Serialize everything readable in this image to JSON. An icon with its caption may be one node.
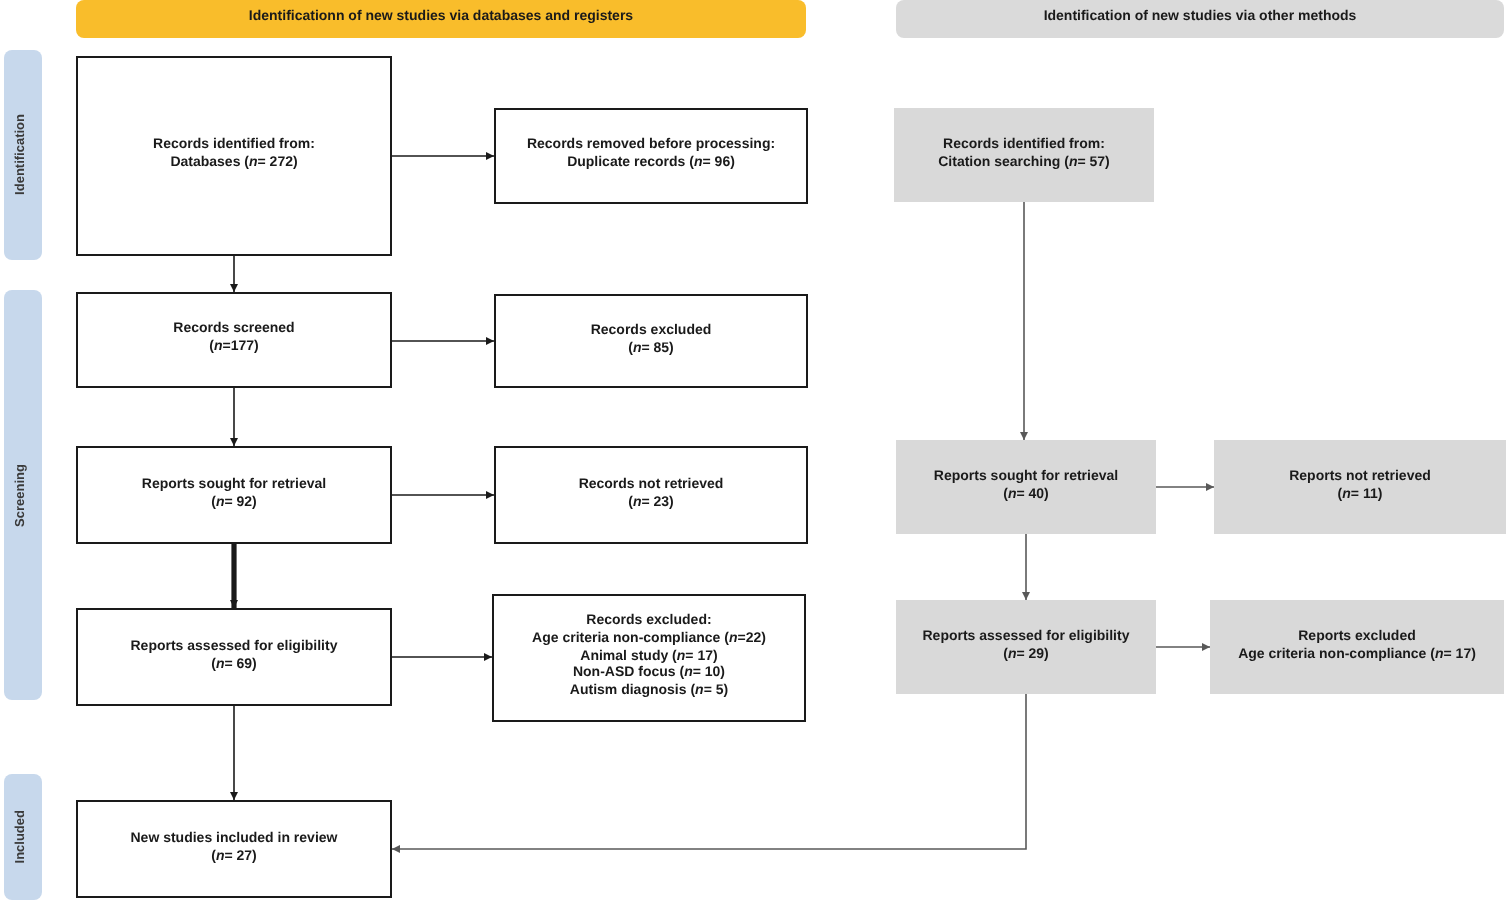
{
  "diagram": {
    "nodes": [
      {
        "text": [
          "Identificationn of new studies via databases and registers"
        ]
      },
      {
        "text": [
          "Identification of new studies via other methods"
        ]
      },
      {
        "text": [
          "Identification"
        ]
      },
      {
        "text": [
          "Records identified from:",
          "Databases (*n*= 272)"
        ]
      },
      {
        "text": [
          "Records removed before processing:",
          "Duplicate records (*n*= 96)"
        ]
      },
      {
        "text": [
          "Records identified from:",
          "Citation searching (*n*= 57)"
        ]
      },
      {
        "text": [
          "Screening"
        ]
      },
      {
        "text": [
          "Records screened",
          "(*n*=177)"
        ]
      },
      {
        "text": [
          "Records excluded",
          "(*n*= 85)"
        ]
      },
      {
        "text": [
          "Reports sought for retrieval",
          "(*n*= 92)"
        ]
      },
      {
        "text": [
          "Records not retrieved",
          "(*n*= 23)"
        ]
      },
      {
        "text": [
          "Reports sought for retrieval",
          "(*n*= 40)"
        ]
      },
      {
        "text": [
          "Reports not retrieved",
          "(*n*= 11)"
        ]
      },
      {
        "text": [
          "Reports assessed for eligibility",
          "(*n*= 69)"
        ]
      },
      {
        "text": [
          "Records excluded:",
          "Age criteria non-compliance (*n*=22)",
          "Animal study (*n*= 17)",
          "Non-ASD focus (*n*= 10)",
          "Autism diagnosis (*n*= 5)"
        ]
      },
      {
        "text": [
          "Reports assessed for eligibility",
          "(*n*= 29)"
        ]
      },
      {
        "text": [
          "Reports excluded",
          "Age criteria non-compliance (*n*= 17)"
        ]
      },
      {
        "text": [
          "Included"
        ]
      },
      {
        "text": [
          "New studies included in review",
          "(*n*= 27)"
        ]
      }
    ],
    "edges": [
      {
        "from": 3,
        "to": 4,
        "arrow": "to"
      },
      {
        "from": 3,
        "to": 7,
        "arrow": "to"
      },
      {
        "from": 5,
        "to": 11,
        "arrow": "to",
        "color": "#595959"
      },
      {
        "from": 7,
        "to": 8,
        "arrow": "to"
      },
      {
        "from": 7,
        "to": 9,
        "arrow": "to"
      },
      {
        "from": 9,
        "to": 10,
        "arrow": "to"
      },
      {
        "from": 9,
        "to": 13,
        "arrow": "to",
        "style": "thick"
      },
      {
        "from": 11,
        "to": 12,
        "arrow": "to",
        "color": "#595959"
      },
      {
        "from": 11,
        "to": 15,
        "arrow": "to",
        "color": "#595959"
      },
      {
        "from": 13,
        "to": 14,
        "arrow": "to"
      },
      {
        "from": 13,
        "to": 18,
        "arrow": "to"
      },
      {
        "from": 15,
        "to": 16,
        "arrow": "to",
        "color": "#595959"
      },
      {
        "from": 15,
        "to": 18,
        "arrow": "to",
        "color": "#595959"
      }
    ]
  }
}
